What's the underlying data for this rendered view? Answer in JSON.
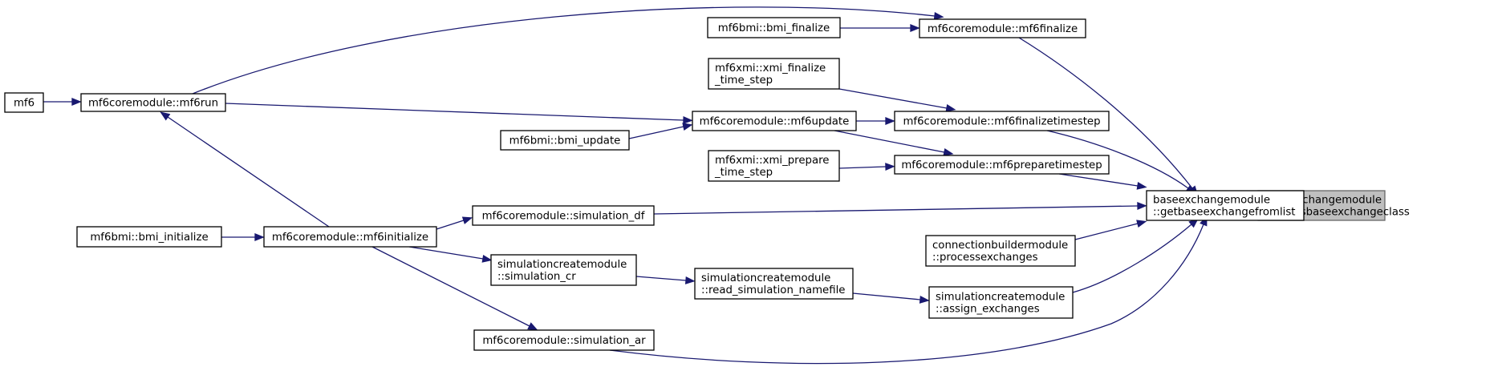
{
  "nodes": {
    "castasbaseexchangeclass": {
      "lines": [
        "baseexchangemodule",
        "::castasbaseexchangeclass"
      ]
    },
    "getbaseexchangefromlist": {
      "lines": [
        "baseexchangemodule",
        "::getbaseexchangefromlist"
      ]
    },
    "mf6finalize": {
      "lines": [
        "mf6coremodule::mf6finalize"
      ]
    },
    "mf6finalizetimestep": {
      "lines": [
        "mf6coremodule::mf6finalizetimestep"
      ]
    },
    "mf6preparetimestep": {
      "lines": [
        "mf6coremodule::mf6preparetimestep"
      ]
    },
    "simulation_df": {
      "lines": [
        "mf6coremodule::simulation_df"
      ]
    },
    "processexchanges": {
      "lines": [
        "connectionbuildermodule",
        "::processexchanges"
      ]
    },
    "assign_exchanges": {
      "lines": [
        "simulationcreatemodule",
        "::assign_exchanges"
      ]
    },
    "simulation_ar": {
      "lines": [
        "mf6coremodule::simulation_ar"
      ]
    },
    "bmi_finalize": {
      "lines": [
        "mf6bmi::bmi_finalize"
      ]
    },
    "mf6run": {
      "lines": [
        "mf6coremodule::mf6run"
      ]
    },
    "mf6": {
      "lines": [
        "mf6"
      ]
    },
    "xmi_finalize_time_step": {
      "lines": [
        "mf6xmi::xmi_finalize",
        "_time_step"
      ]
    },
    "mf6update": {
      "lines": [
        "mf6coremodule::mf6update"
      ]
    },
    "bmi_update": {
      "lines": [
        "mf6bmi::bmi_update"
      ]
    },
    "xmi_prepare_time_step": {
      "lines": [
        "mf6xmi::xmi_prepare",
        "_time_step"
      ]
    },
    "mf6initialize": {
      "lines": [
        "mf6coremodule::mf6initialize"
      ]
    },
    "bmi_initialize": {
      "lines": [
        "mf6bmi::bmi_initialize"
      ]
    },
    "read_simulation_namefile": {
      "lines": [
        "simulationcreatemodule",
        "::read_simulation_namefile"
      ]
    },
    "simulation_cr": {
      "lines": [
        "simulationcreatemodule",
        "::simulation_cr"
      ]
    }
  },
  "edges": [
    {
      "from": "getbaseexchangefromlist",
      "to": "castasbaseexchangeclass"
    },
    {
      "from": "mf6finalize",
      "to": "getbaseexchangefromlist"
    },
    {
      "from": "mf6finalizetimestep",
      "to": "getbaseexchangefromlist"
    },
    {
      "from": "mf6preparetimestep",
      "to": "getbaseexchangefromlist"
    },
    {
      "from": "simulation_df",
      "to": "getbaseexchangefromlist"
    },
    {
      "from": "processexchanges",
      "to": "getbaseexchangefromlist"
    },
    {
      "from": "assign_exchanges",
      "to": "getbaseexchangefromlist"
    },
    {
      "from": "simulation_ar",
      "to": "getbaseexchangefromlist"
    },
    {
      "from": "bmi_finalize",
      "to": "mf6finalize"
    },
    {
      "from": "mf6run",
      "to": "mf6finalize"
    },
    {
      "from": "mf6",
      "to": "mf6run"
    },
    {
      "from": "xmi_finalize_time_step",
      "to": "mf6finalizetimestep"
    },
    {
      "from": "mf6update",
      "to": "mf6finalizetimestep"
    },
    {
      "from": "mf6update",
      "to": "mf6preparetimestep"
    },
    {
      "from": "xmi_prepare_time_step",
      "to": "mf6preparetimestep"
    },
    {
      "from": "mf6run",
      "to": "mf6update"
    },
    {
      "from": "bmi_update",
      "to": "mf6update"
    },
    {
      "from": "mf6initialize",
      "to": "simulation_df"
    },
    {
      "from": "mf6initialize",
      "to": "mf6run"
    },
    {
      "from": "bmi_initialize",
      "to": "mf6initialize"
    },
    {
      "from": "read_simulation_namefile",
      "to": "assign_exchanges"
    },
    {
      "from": "simulation_cr",
      "to": "read_simulation_namefile"
    },
    {
      "from": "mf6initialize",
      "to": "simulation_cr"
    },
    {
      "from": "mf6initialize",
      "to": "simulation_ar"
    }
  ],
  "colors": {
    "edge": "#191970",
    "node_border": "#000000",
    "node_fill": "#ffffff",
    "highlight_fill": "#bfbfbf",
    "highlight_border": "#666666"
  }
}
